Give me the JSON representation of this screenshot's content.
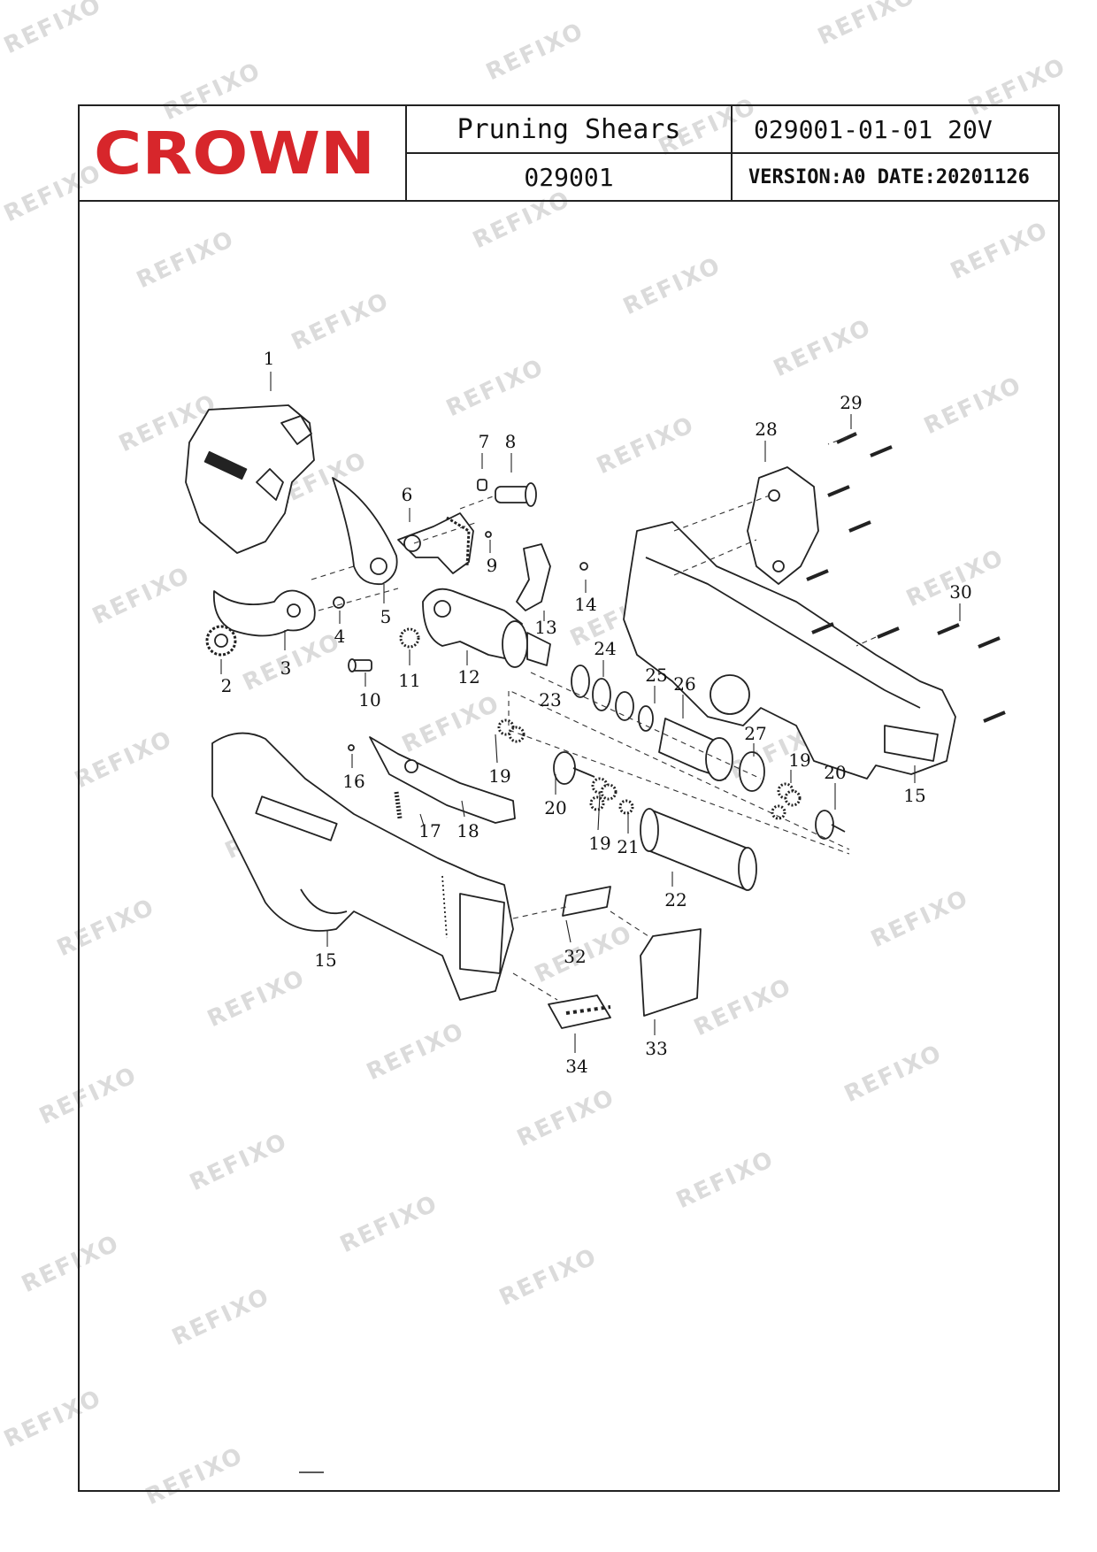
{
  "header": {
    "brand": "CROWN",
    "product_name": "Pruning Shears",
    "model": "029001",
    "doc_code": "029001-01-01 20V",
    "version_line": "VERSION:A0 DATE:20201126"
  },
  "watermark_text": "REFIXO",
  "colors": {
    "brand_red": "#d7262b",
    "line": "#222222",
    "watermark": "#cfcfcf"
  },
  "parts": {
    "p1": "1",
    "p2": "2",
    "p3": "3",
    "p4": "4",
    "p5": "5",
    "p6": "6",
    "p7": "7",
    "p8": "8",
    "p9": "9",
    "p10": "10",
    "p11": "11",
    "p12": "12",
    "p13": "13",
    "p14": "14",
    "p15a": "15",
    "p15b": "15",
    "p16": "16",
    "p17": "17",
    "p18": "18",
    "p19a": "19",
    "p19b": "19",
    "p19c": "19",
    "p20a": "20",
    "p20b": "20",
    "p21": "21",
    "p22": "22",
    "p23": "23",
    "p24": "24",
    "p25": "25",
    "p26": "26",
    "p27": "27",
    "p28": "28",
    "p29": "29",
    "p30": "30",
    "p32": "32",
    "p33": "33",
    "p34": "34"
  }
}
